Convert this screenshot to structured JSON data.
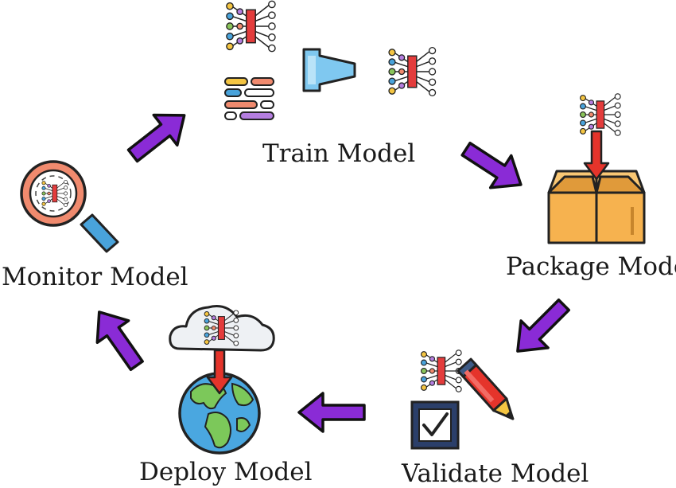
{
  "steps": {
    "train": "Train Model",
    "package": "Package Model",
    "validate": "Validate Model",
    "deploy": "Deploy Model",
    "monitor": "Monitor Model"
  },
  "colors": {
    "arrow_fill": "#8a2bd6",
    "arrow_outline": "#111111",
    "red_arrow": "#e5342b",
    "box": "#f6b24f",
    "funnel": "#7fc8f0",
    "ocean": "#4aa7e0",
    "land": "#7cc85a",
    "cloud": "#eef1f4",
    "lens_ring": "#f08a6e",
    "handle": "#49a3db"
  },
  "icons": [
    "neural-network-icon",
    "funnel-icon",
    "data-lines-icon",
    "box-icon",
    "checkbox-icon",
    "pen-icon",
    "cloud-icon",
    "globe-icon",
    "magnifier-icon",
    "cycle-arrow-icon"
  ]
}
